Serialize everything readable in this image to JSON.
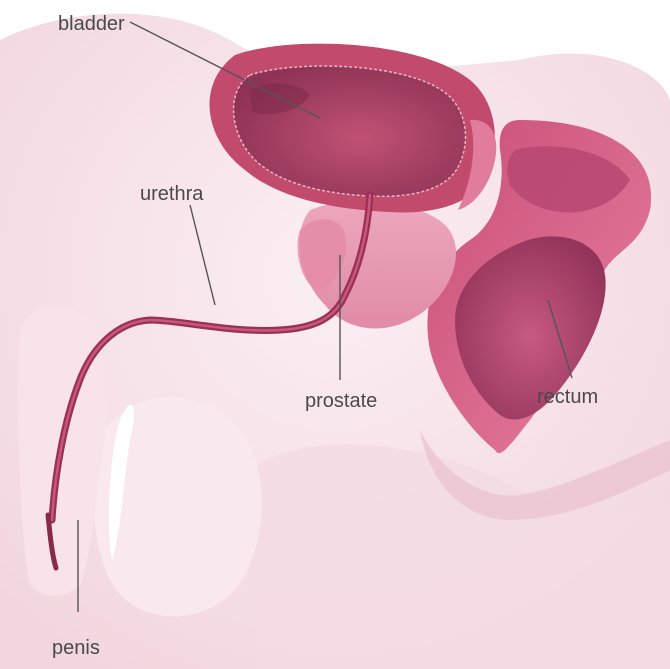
{
  "labels": {
    "bladder": "bladder",
    "urethra": "urethra",
    "prostate": "prostate",
    "rectum": "rectum",
    "penis": "penis"
  },
  "colors": {
    "background": "#ffffff",
    "skin": "#f7e4ea",
    "skin_shadow": "#ecc7d3",
    "bladder_wall": "#c4506f",
    "bladder_interior": "#9a3a5a",
    "prostate": "#e79bb3",
    "rectum_wall": "#d45c82",
    "rectum_interior": "#a83e64",
    "urethra": "#9b2f55",
    "leader_line": "#555555",
    "label_text": "#4a4a4a"
  }
}
